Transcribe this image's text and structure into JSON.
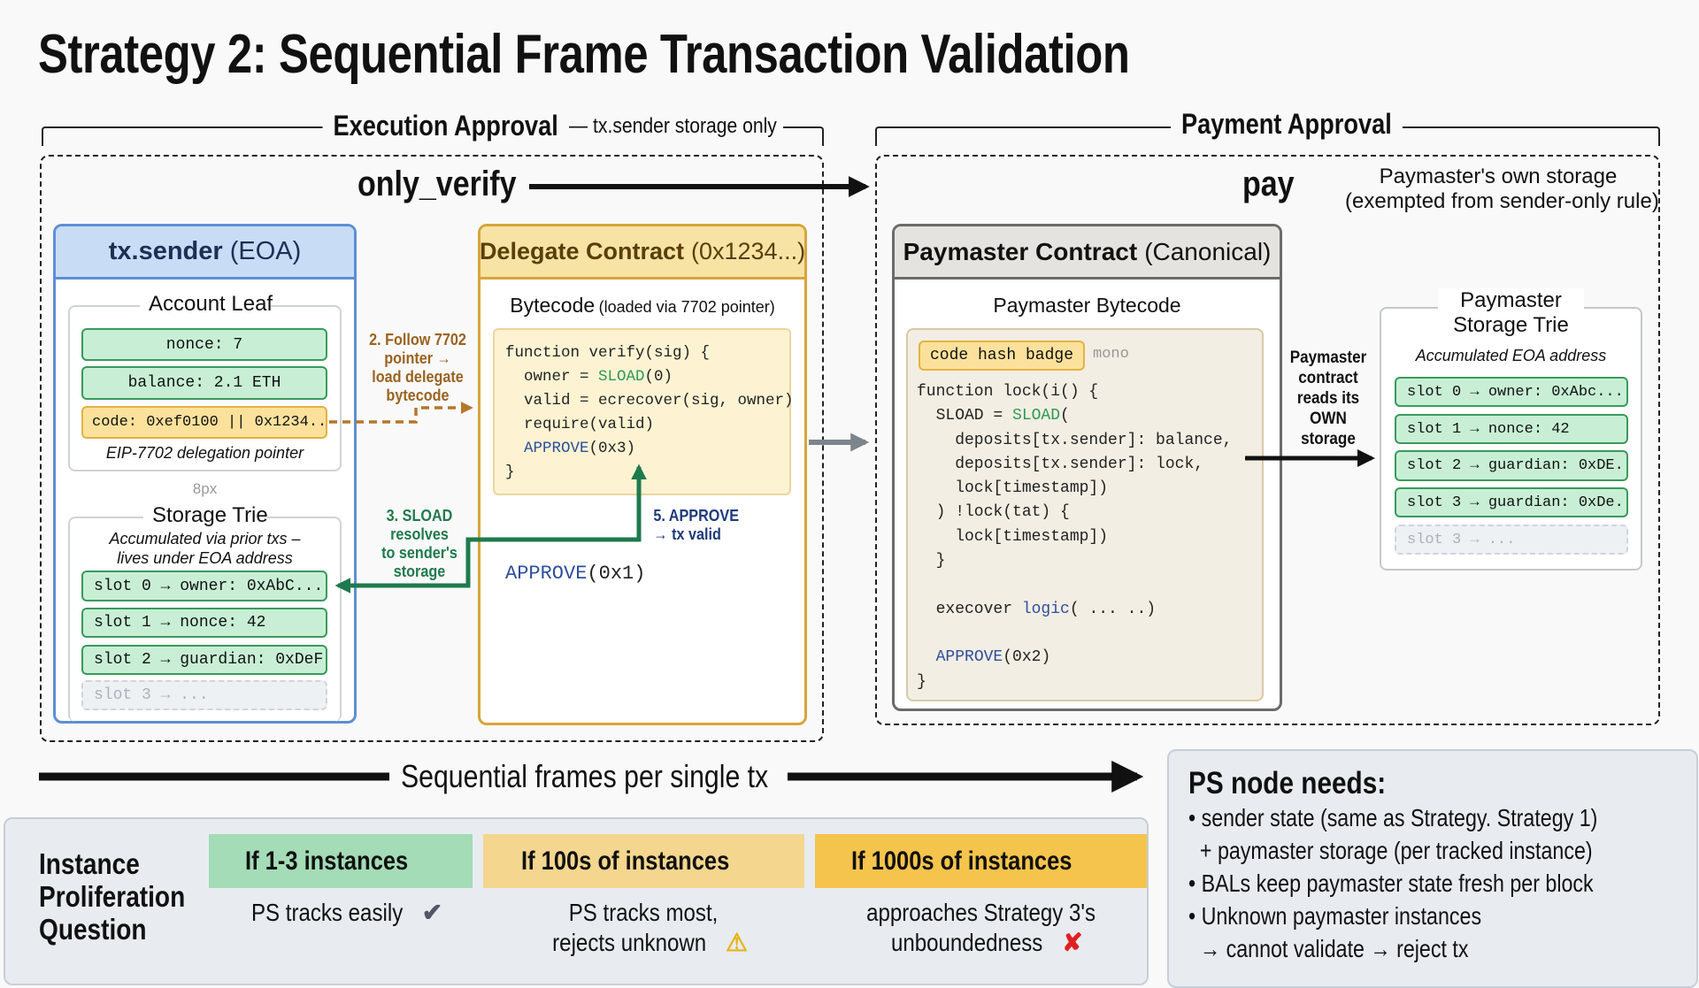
{
  "title": "Strategy 2: Sequential Frame Transaction Validation",
  "execution": {
    "label": "Execution Approval",
    "sublabel": "— tx.sender storage only",
    "frame_label": "only_verify"
  },
  "payment": {
    "label": "Payment Approval",
    "frame_label": "pay",
    "note_line1": "Paymaster's own storage",
    "note_line2": "(exempted from sender-only rule)"
  },
  "sender": {
    "header_bold": "tx.sender",
    "header_rest": "(EOA)",
    "account_leaf": {
      "title": "Account Leaf",
      "rows": [
        "nonce: 7",
        "balance: 2.1 ETH",
        "code: 0xef0100 || 0x1234...."
      ],
      "caption": "EIP-7702 delegation pointer"
    },
    "spacer_label": "8px",
    "storage_trie": {
      "title": "Storage Trie",
      "subtitle1": "Accumulated via prior txs –",
      "subtitle2": "lives under EOA address",
      "slots": [
        "slot 0 → owner: 0xAbC....",
        "slot 1 → nonce: 42",
        "slot 2 → guardian: 0xDeF....",
        "slot 3 → ..."
      ]
    }
  },
  "delegate": {
    "header_bold": "Delegate Contract",
    "header_rest": "(0x1234...)",
    "bytecode_label": "Bytecode",
    "bytecode_note": "(loaded via 7702 pointer)",
    "code": [
      [
        {
          "t": "function verify(sig) {"
        }
      ],
      [
        {
          "t": "  owner = "
        },
        {
          "t": "SLOAD",
          "c": "kg"
        },
        {
          "t": "(0)"
        }
      ],
      [
        {
          "t": "  valid = ecrecover(sig, owner)"
        }
      ],
      [
        {
          "t": "  require(valid)"
        }
      ],
      [
        {
          "t": "  "
        },
        {
          "t": "APPROVE",
          "c": "kb"
        },
        {
          "t": "(0x3)"
        }
      ],
      [
        {
          "t": "}"
        }
      ]
    ],
    "approve_kw": "APPROVE",
    "approve_arg": "(0x1)"
  },
  "steps": {
    "step2": [
      "2. Follow 7702",
      "pointer →",
      "load delegate",
      "bytecode"
    ],
    "step3": [
      "3. SLOAD",
      "resolves",
      "to sender's",
      "storage"
    ],
    "step5": [
      "5. APPROVE",
      "→ tx valid"
    ]
  },
  "paymaster": {
    "header_bold": "Paymaster Contract",
    "header_rest": "(Canonical)",
    "bytecode_label": "Paymaster Bytecode",
    "badge": "code hash badge",
    "badge_note": "mono",
    "code": [
      [
        {
          "t": "function lock(i() {"
        }
      ],
      [
        {
          "t": "  SLOAD = "
        },
        {
          "t": "SLOAD",
          "c": "kg"
        },
        {
          "t": "("
        }
      ],
      [
        {
          "t": "    deposits[tx.sender]: balance,"
        }
      ],
      [
        {
          "t": "    deposits[tx.sender]: lock,"
        }
      ],
      [
        {
          "t": "    lock[timestamp])"
        }
      ],
      [
        {
          "t": "  ) !lock(tat) {"
        }
      ],
      [
        {
          "t": "    lock[timestamp])"
        }
      ],
      [
        {
          "t": "  }"
        }
      ],
      [
        {
          "t": ""
        }
      ],
      [
        {
          "t": "  execover "
        },
        {
          "t": "logic",
          "c": "kb"
        },
        {
          "t": "( ... ..)"
        }
      ],
      [
        {
          "t": ""
        }
      ],
      [
        {
          "t": "  "
        },
        {
          "t": "APPROVE",
          "c": "kb"
        },
        {
          "t": "(0x2)"
        }
      ],
      [
        {
          "t": "}"
        }
      ]
    ],
    "reads_note": [
      "Paymaster",
      "contract",
      "reads its",
      "OWN",
      "storage"
    ],
    "storage_trie": {
      "title1": "Paymaster",
      "title2": "Storage Trie",
      "subtitle": "Accumulated EOA address",
      "slots": [
        "slot 0 → owner: 0xAbc....",
        "slot 1 → nonce: 42",
        "slot 2 → guardian: 0xDE...",
        "slot 3 → guardian: 0xDe...",
        "slot 3 → ..."
      ]
    }
  },
  "sequence_label": "Sequential frames per single tx",
  "proliferation": {
    "question": [
      "Instance",
      "Proliferation",
      "Question"
    ],
    "columns": [
      {
        "header": "If 1-3 instances",
        "body": [
          "PS tracks easily"
        ],
        "icon": "check-icon",
        "color": "#a3dcb6"
      },
      {
        "header": "If 100s of instances",
        "body": [
          "PS tracks most,",
          "rejects unknown"
        ],
        "icon": "warning-icon",
        "color": "#f4d68f"
      },
      {
        "header": "If 1000s of instances",
        "body": [
          "approaches Strategy 3's",
          "unboundedness"
        ],
        "icon": "cross-icon",
        "color": "#f5c44c"
      }
    ]
  },
  "ps_node": {
    "title": "PS node needs:",
    "lines": [
      "• sender state (same as Strategy. Strategy 1)",
      "  + paymaster storage (per tracked instance)",
      "• BALs keep paymaster state fresh per block",
      "• Unknown paymaster instances",
      "  → cannot validate → reject tx"
    ]
  },
  "colors": {
    "sender_blue": "#c9dcf6",
    "delegate_yellow": "#f7e3a3",
    "slot_green": "#c8efd5",
    "arrow_green": "#1f7a4d",
    "arrow_brown": "#b5772a",
    "step5_blue": "#1f3a7a"
  }
}
